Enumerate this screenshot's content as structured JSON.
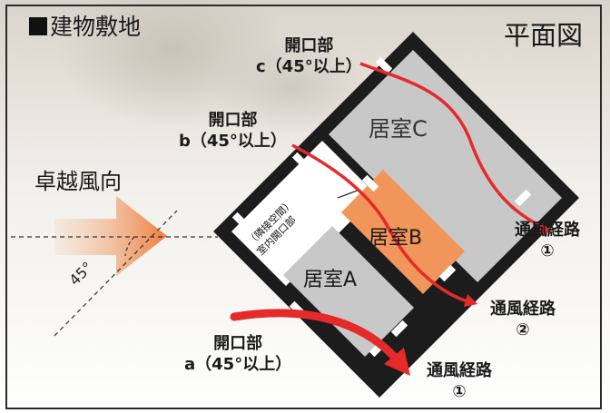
{
  "labels": {
    "site_title": "建物敷地",
    "plan_title": "平面図",
    "wind_direction": "卓越風向",
    "angle": "45°"
  },
  "openings": {
    "a": {
      "title": "開口部",
      "spec": "a（45°以上）"
    },
    "b": {
      "title": "開口部",
      "spec": "b（45°以上）"
    },
    "c": {
      "title": "開口部",
      "spec": "c（45°以上）"
    }
  },
  "rooms": {
    "a": "居室A",
    "b": "居室B",
    "c": "居室C",
    "adjacent_space": "（隣接空間）",
    "interior_opening": "室内開口部"
  },
  "routes": [
    {
      "title": "通風経路",
      "number": "①"
    },
    {
      "title": "通風経路",
      "number": "②"
    },
    {
      "title": "通風経路",
      "number": "①"
    }
  ],
  "colors": {
    "wall": "#1c1c1c",
    "room_gray": "#c8c8c8",
    "room_b_orange": "#f0965a",
    "route_red": "#e62a2a",
    "wind_arrow": "#ee7d3c"
  }
}
